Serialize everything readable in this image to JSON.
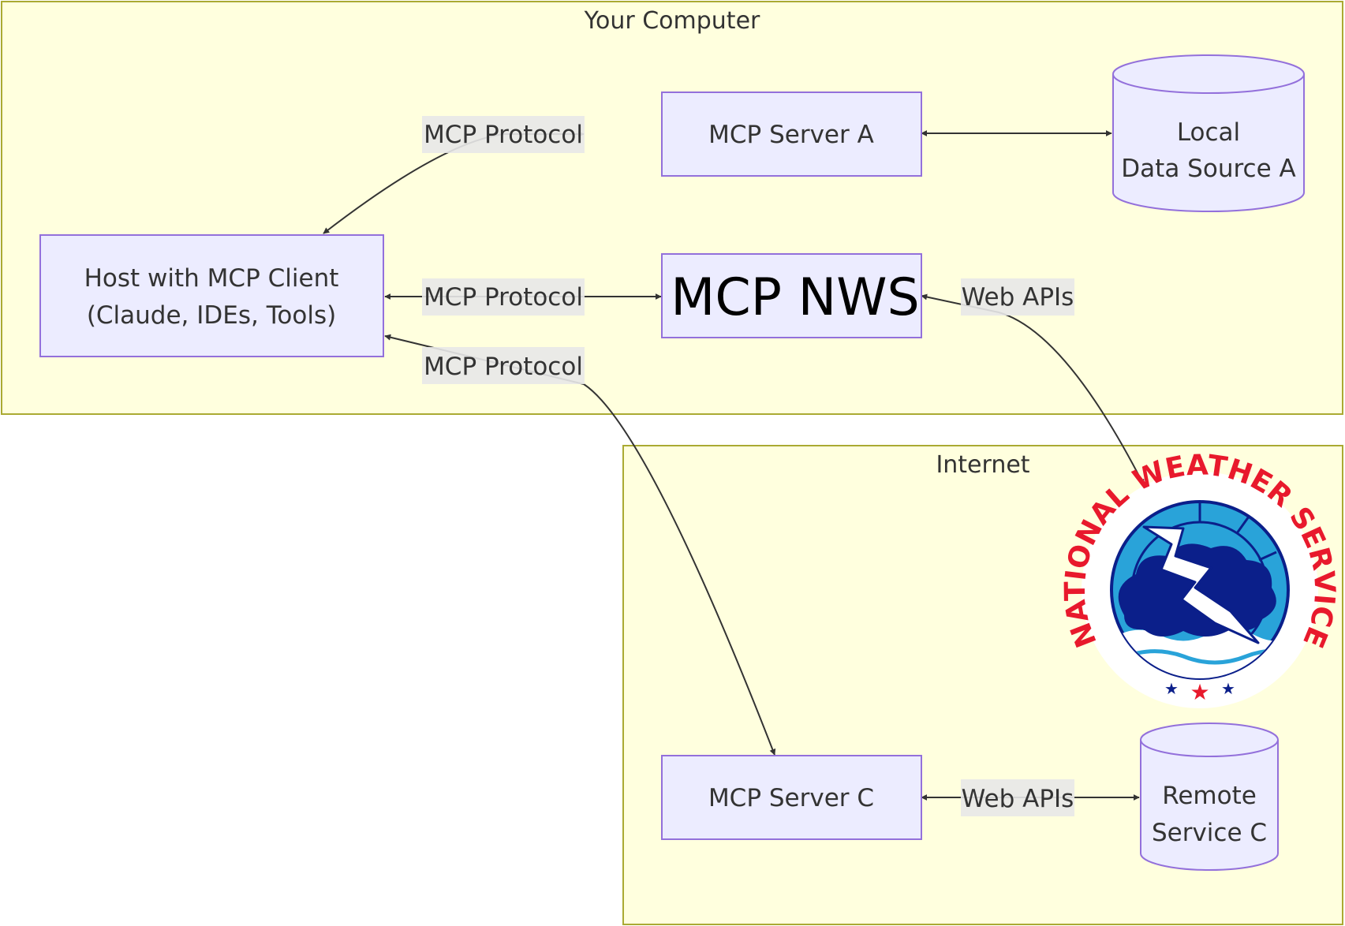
{
  "clusters": {
    "your_computer": "Your Computer",
    "internet": "Internet"
  },
  "nodes": {
    "host": {
      "line1": "Host with MCP Client",
      "line2": "(Claude, IDEs, Tools)"
    },
    "server_a": "MCP Server A",
    "nws": "MCP NWS",
    "local_ds": {
      "line1": "Local",
      "line2": "Data Source A"
    },
    "server_c": "MCP Server C",
    "remote_svc": {
      "line1": "Remote",
      "line2": "Service C"
    }
  },
  "edges": {
    "host_a": "MCP Protocol",
    "host_nws": "MCP Protocol",
    "host_c": "MCP Protocol",
    "nws_web": "Web APIs",
    "c_remote": "Web APIs"
  },
  "logo": {
    "icon": "national-weather-service-logo",
    "text": "NATIONAL WEATHER SERVICE",
    "colors": {
      "ring_text": "#e8192c",
      "sky": "#29a3d9",
      "cloud": "#0b1f8a",
      "border": "#0b1f8a"
    }
  },
  "colors": {
    "subgraph_fill": "#ffffde",
    "subgraph_stroke": "#aaaa33",
    "node_fill": "#ececff",
    "node_stroke": "#9370db",
    "edge": "#333333"
  }
}
